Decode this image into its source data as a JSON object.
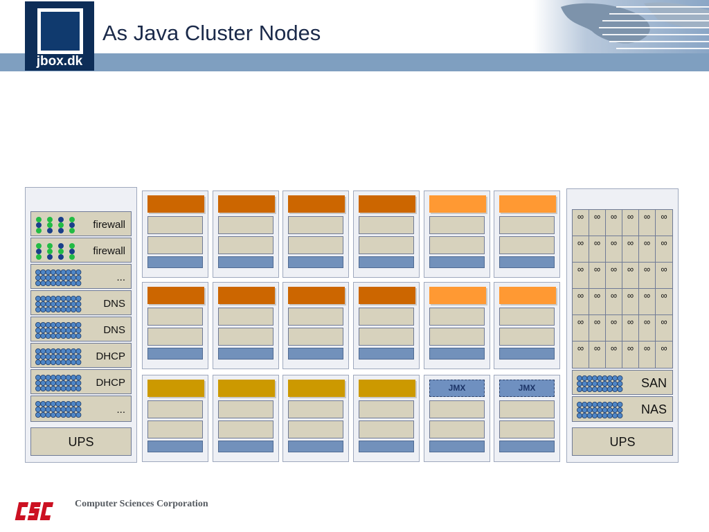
{
  "header": {
    "logo_text": "jbox.dk",
    "title": "As Java Cluster Nodes"
  },
  "left_rack": {
    "rows": [
      {
        "label": "firewall",
        "icon": "firewall-icon"
      },
      {
        "label": "firewall",
        "icon": "firewall-icon"
      },
      {
        "label": "...",
        "icon": "switch-ports-icon"
      },
      {
        "label": "DNS",
        "icon": "switch-ports-icon"
      },
      {
        "label": "DNS",
        "icon": "switch-ports-icon"
      },
      {
        "label": "DHCP",
        "icon": "switch-ports-icon"
      },
      {
        "label": "DHCP",
        "icon": "switch-ports-icon"
      },
      {
        "label": "...",
        "icon": "switch-ports-icon"
      }
    ],
    "ups_label": "UPS"
  },
  "node_grid": {
    "colors": {
      "dark_orange": "#cc6600",
      "light_orange": "#ff9933",
      "gold": "#cc9900",
      "jmx_blue": "#6f90c0"
    },
    "rows": [
      {
        "tops": [
          "dark_orange",
          "dark_orange",
          "dark_orange",
          "dark_orange",
          "light_orange",
          "light_orange"
        ]
      },
      {
        "tops": [
          "dark_orange",
          "dark_orange",
          "dark_orange",
          "dark_orange",
          "light_orange",
          "light_orange"
        ]
      },
      {
        "tops": [
          "gold",
          "gold",
          "gold",
          "gold",
          "jmx",
          "jmx"
        ]
      }
    ],
    "jmx_label": "JMX"
  },
  "right_rack": {
    "storage_symbol": "∞",
    "storage_grid": {
      "rows": 6,
      "cols": 6
    },
    "rows": [
      {
        "label": "SAN",
        "icon": "switch-ports-icon"
      },
      {
        "label": "NAS",
        "icon": "switch-ports-icon"
      }
    ],
    "ups_label": "UPS"
  },
  "footer": {
    "company": "Computer Sciences Corporation",
    "logo_text": "CSC"
  }
}
